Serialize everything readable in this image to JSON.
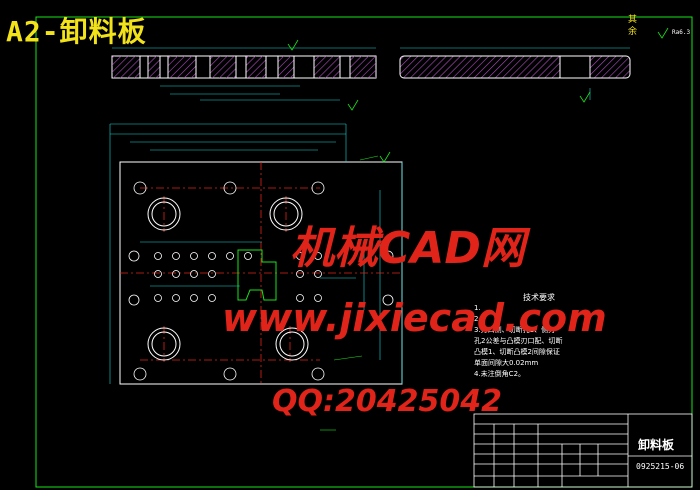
{
  "drawing": {
    "title": "A2-卸料板",
    "part_name": "卸料板",
    "drawing_number": "0925215-06",
    "surface_rest": "其余",
    "rough_value": "Ra6.3"
  },
  "notes": {
    "heading": "技术要求",
    "lines": [
      "1.",
      "2.",
      "3.刃口侧、切断孔1、侧刃",
      "孔2公差与凸模刃口配、切断",
      "凸模1、切断凸模2间隙保证",
      "单面间隙大0.02mm",
      "4.未注倒角C2。"
    ]
  },
  "watermarks": {
    "line1": "机械CAD网",
    "line2": "www.jixiecad.com",
    "line3": "QQ:20425042"
  },
  "colors": {
    "frame": "#19e619",
    "outline": "#ffffff",
    "hatch": "#b14fc2",
    "center": "#e0241a",
    "dim": "#19d6d6",
    "accent": "#f2e21a"
  }
}
